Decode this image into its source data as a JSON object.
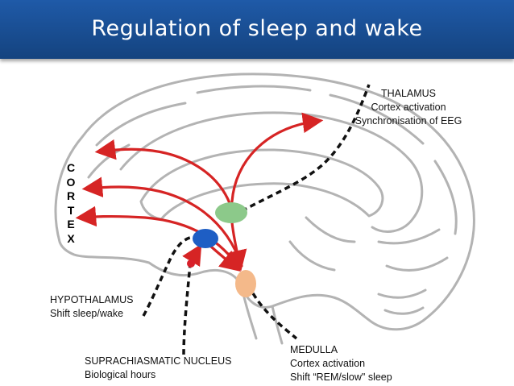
{
  "title": "Regulation of sleep and wake",
  "cortex_letters": [
    "C",
    "O",
    "R",
    "T",
    "E",
    "X"
  ],
  "labels": {
    "thalamus": {
      "name": "THALAMUS",
      "line1": "Cortex activation",
      "line2": "Synchronisation of EEG"
    },
    "hypothalamus": {
      "name": "HYPOTHALAMUS",
      "line1": "Shift sleep/wake"
    },
    "suprachiasmatic": {
      "name": "SUPRACHIASMATIC NUCLEUS",
      "line1": "Biological hours"
    },
    "medulla": {
      "name": "MEDULLA",
      "line1": "Cortex activation",
      "line2": "Shift “REM/slow\" sleep"
    }
  },
  "colors": {
    "title_bg": "#1a4f97",
    "arrow": "#d62424",
    "thalamus_node": "#8cc98a",
    "hypothalamus_node": "#1e5ec4",
    "suprachiasmatic_node": "#d8202a",
    "medulla_node": "#f4b98a",
    "brain_outline": "#b3b3b3"
  }
}
